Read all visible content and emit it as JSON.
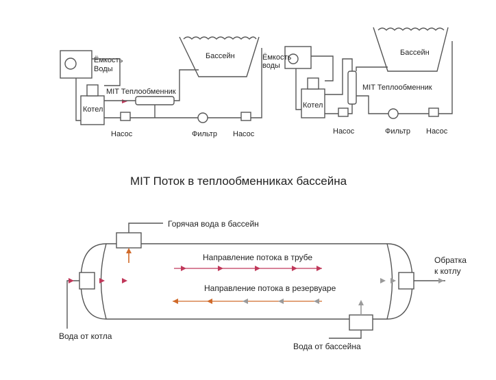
{
  "top_left": {
    "tank_label": "Ёмкость\nВоды",
    "pool_label": "Бассейн",
    "exchanger_label": "MIT Теплообменник",
    "boiler_label": "Котел",
    "pump1_label": "Насос",
    "filter_label": "Фильтр",
    "pump2_label": "Насос"
  },
  "top_right": {
    "tank_label": "Ёмкость\nводы",
    "pool_label": "Бассейн",
    "exchanger_label": "MIT Теплообменник",
    "boiler_label": "Котел",
    "pump1_label": "Насос",
    "filter_label": "Фильтр",
    "pump2_label": "Насос"
  },
  "caption": "MIT Поток в теплообменниках бассейна",
  "bottom": {
    "hot_water_label": "Горячая вода в бассейн",
    "tube_flow_label": "Направление потока в трубе",
    "shell_flow_label": "Направление потока в резервуаре",
    "return_label": "Обратка\nк котлу",
    "boiler_water_label": "Вода от котла",
    "pool_water_label": "Вода от бассейна"
  },
  "colors": {
    "line": "#555555",
    "tube_arrow": "#c0385a",
    "shell_arrow_warm": "#d06a2a",
    "shell_arrow_cool": "#9a9a9a"
  }
}
